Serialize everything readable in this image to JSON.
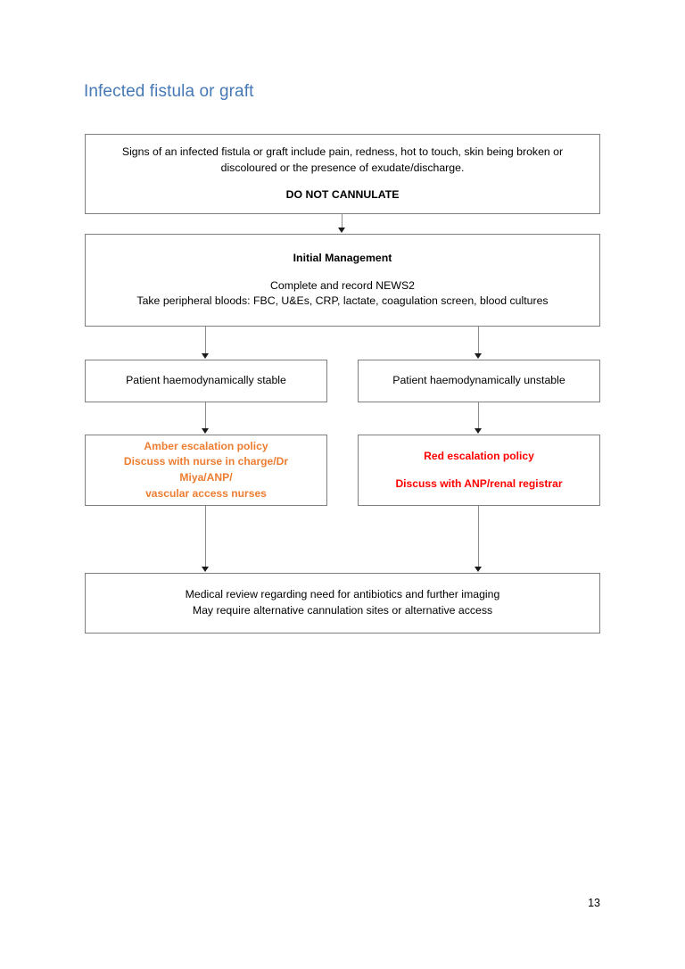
{
  "document": {
    "title": "Infected fistula or graft",
    "page_number": "13",
    "title_color": "#4678B5"
  },
  "colors": {
    "amber": "#ED7D31",
    "red": "#FF0000",
    "box_border": "#7f7f7f",
    "connector": "#8c8c8c",
    "text": "#000000"
  },
  "flowchart": {
    "type": "flowchart",
    "nodes": {
      "signs": {
        "id": "signs",
        "line1": "Signs of an infected fistula or graft include pain, redness, hot to touch, skin being broken or",
        "line2": "discoloured or the presence of exudate/discharge.",
        "line3": "DO NOT CANNULATE"
      },
      "initial": {
        "id": "initial-management",
        "heading": "Initial Management",
        "line1": "Complete and record NEWS2",
        "line2": "Take peripheral bloods: FBC, U&Es, CRP, lactate, coagulation screen, blood cultures"
      },
      "stable": {
        "id": "patient-stable",
        "line1": "Patient haemodynamically stable"
      },
      "unstable": {
        "id": "patient-unstable",
        "line1": "Patient haemodynamically unstable"
      },
      "amber": {
        "id": "amber-escalation",
        "heading": "Amber escalation policy",
        "line1": "Discuss with nurse in charge/Dr Miya/ANP/",
        "line2": "vascular access nurses"
      },
      "red": {
        "id": "red-escalation",
        "heading": "Red escalation policy",
        "line1": "Discuss with ANP/renal registrar"
      },
      "review": {
        "id": "medical-review",
        "line1": "Medical review regarding need for antibiotics and further imaging",
        "line2": "May require alternative cannulation sites or alternative access"
      }
    },
    "edges": [
      {
        "from": "signs",
        "to": "initial"
      },
      {
        "from": "initial",
        "to": "stable"
      },
      {
        "from": "initial",
        "to": "unstable"
      },
      {
        "from": "stable",
        "to": "amber"
      },
      {
        "from": "unstable",
        "to": "red"
      },
      {
        "from": "amber",
        "to": "review"
      },
      {
        "from": "red",
        "to": "review"
      }
    ]
  }
}
